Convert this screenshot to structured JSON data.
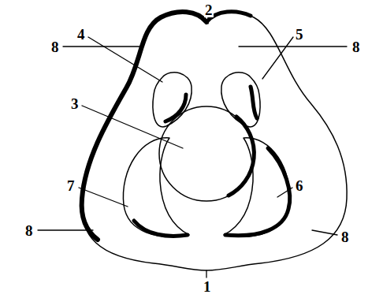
{
  "diagram": {
    "labels": [
      "4",
      "2",
      "5",
      "8",
      "8",
      "3",
      "7",
      "6",
      "8",
      "8",
      "1"
    ]
  }
}
